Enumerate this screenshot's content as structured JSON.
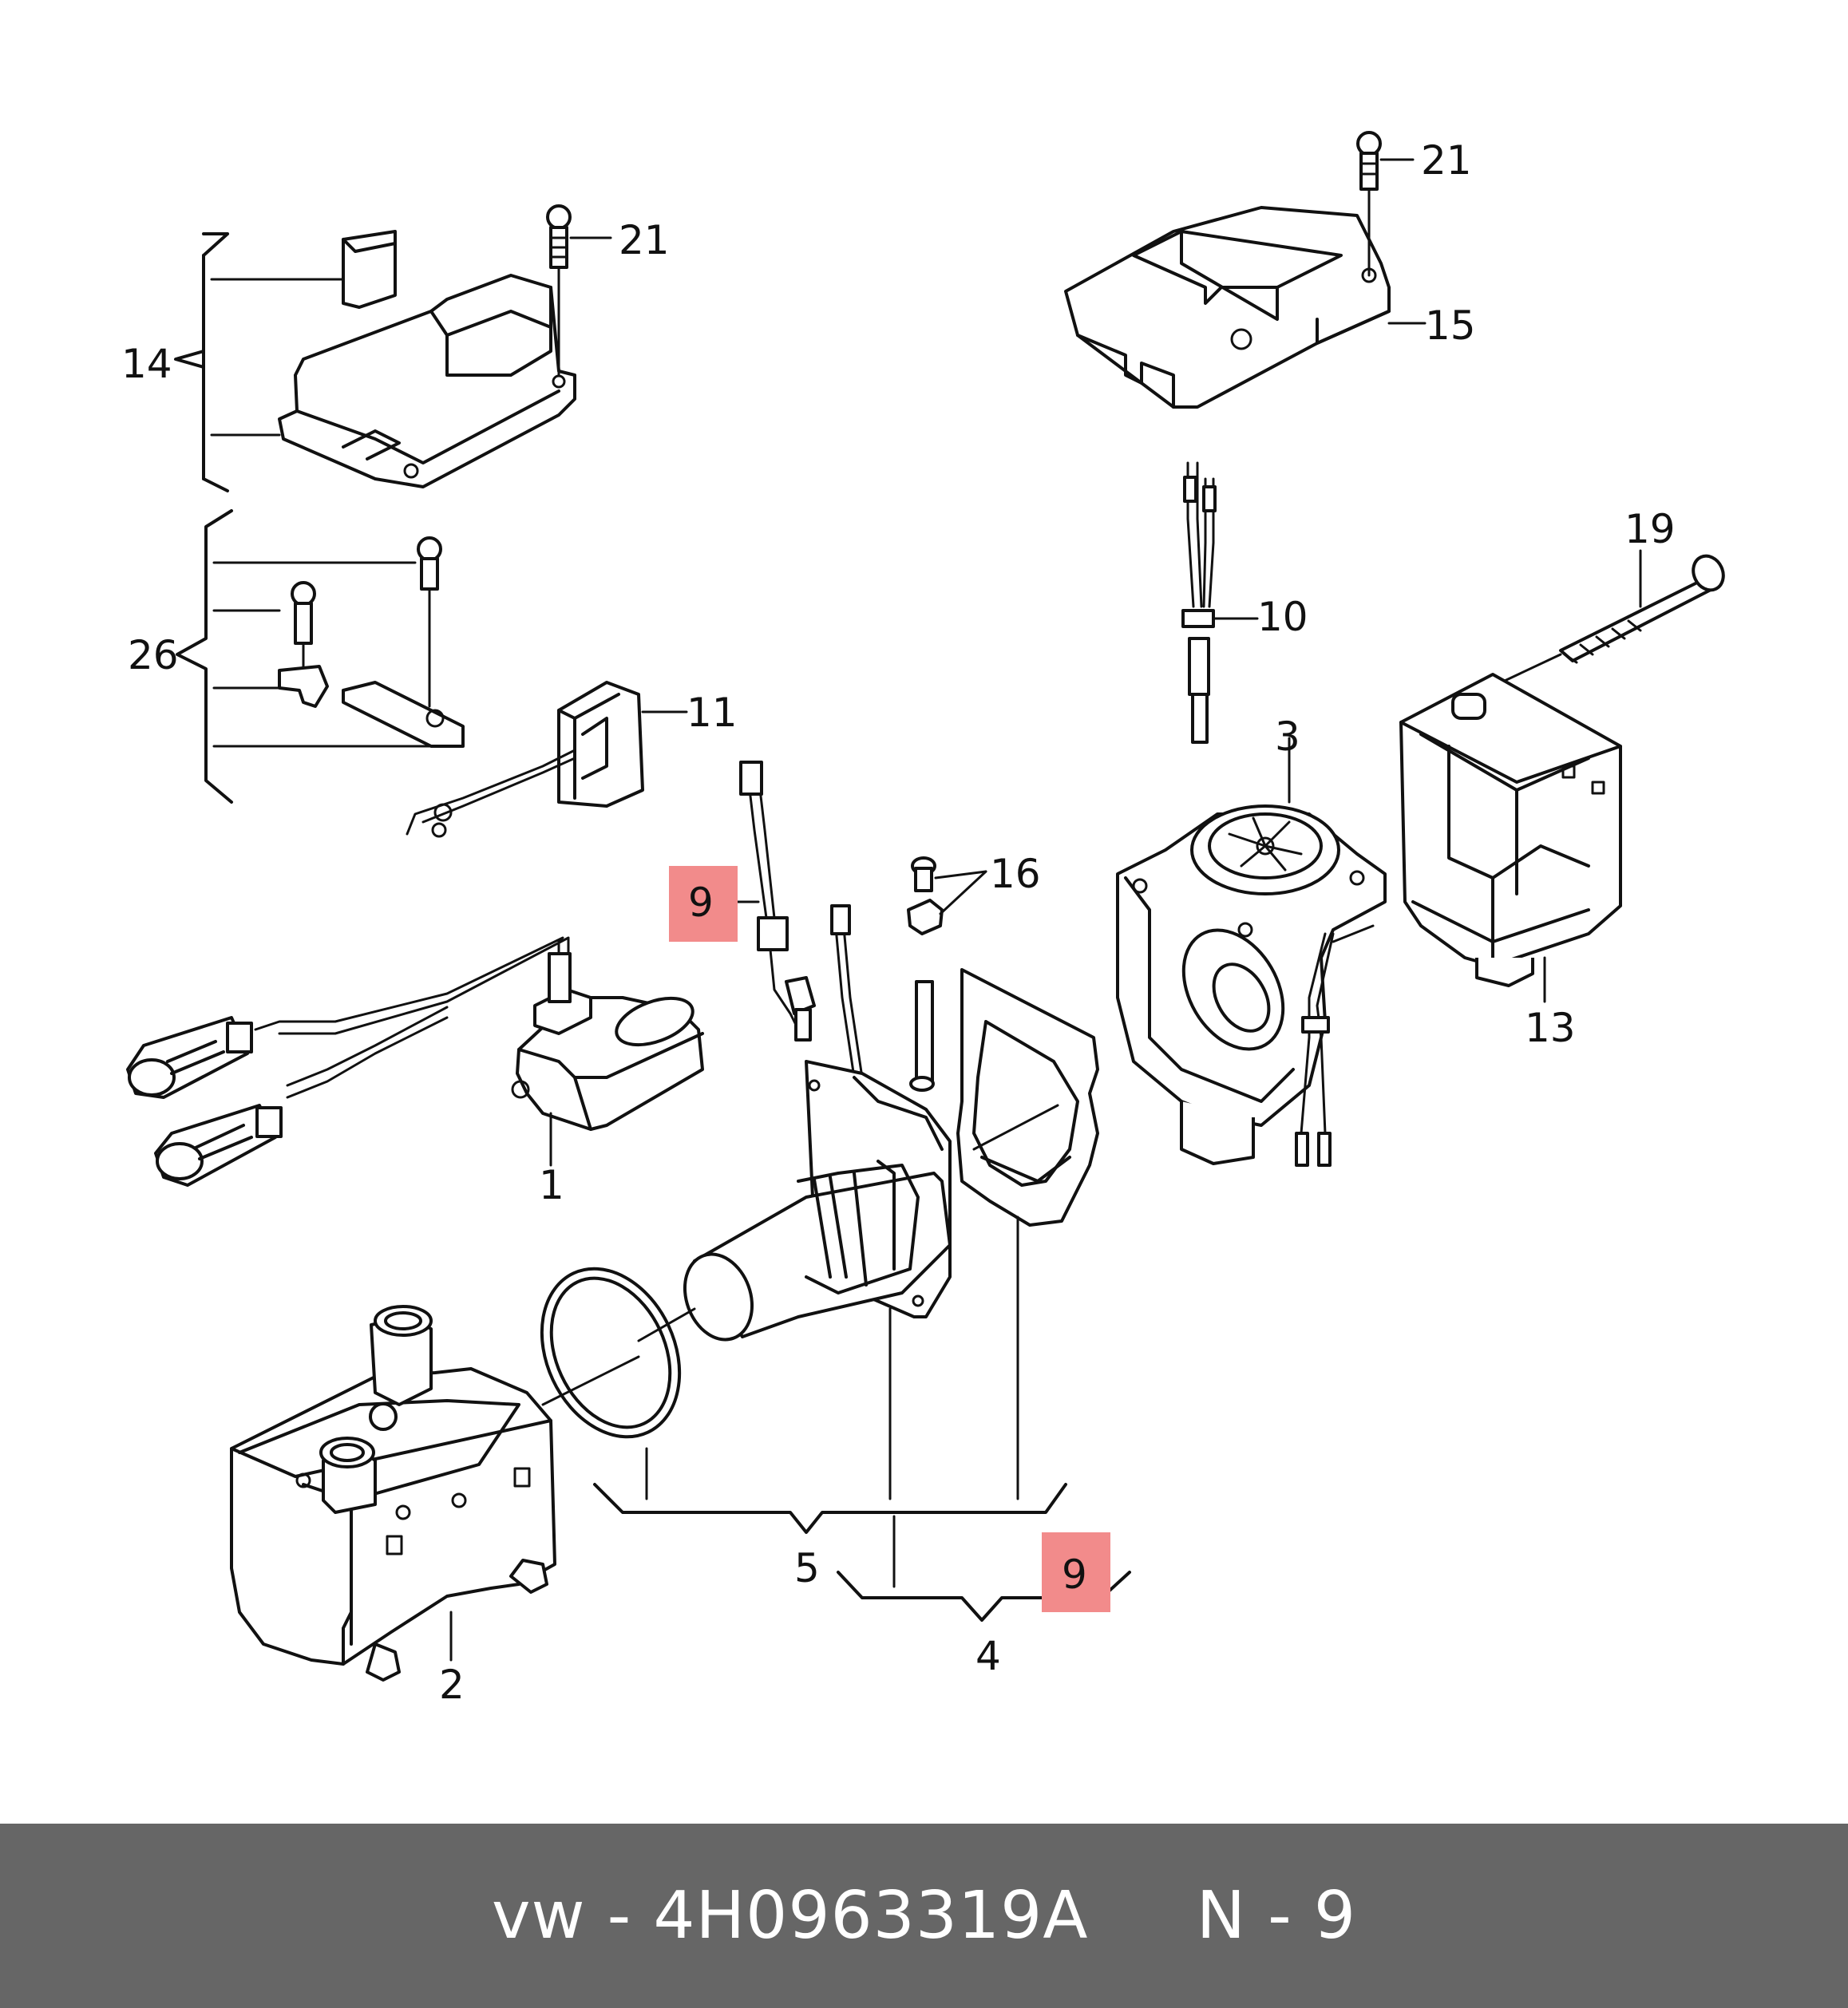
{
  "diagram": {
    "callouts": {
      "c1": "1",
      "c2": "2",
      "c3": "3",
      "c4": "4",
      "c5": "5",
      "c9a": "9",
      "c9b": "9",
      "c10": "10",
      "c11": "11",
      "c13": "13",
      "c14": "14",
      "c15": "15",
      "c16": "16",
      "c19": "19",
      "c21a": "21",
      "c21b": "21",
      "c26": "26"
    },
    "highlight_color": "#f28b8b"
  },
  "footer": {
    "brand": "vw",
    "separator": " - ",
    "part_number": "4H0963319A",
    "position_label": "N - 9",
    "background": "#666666"
  }
}
